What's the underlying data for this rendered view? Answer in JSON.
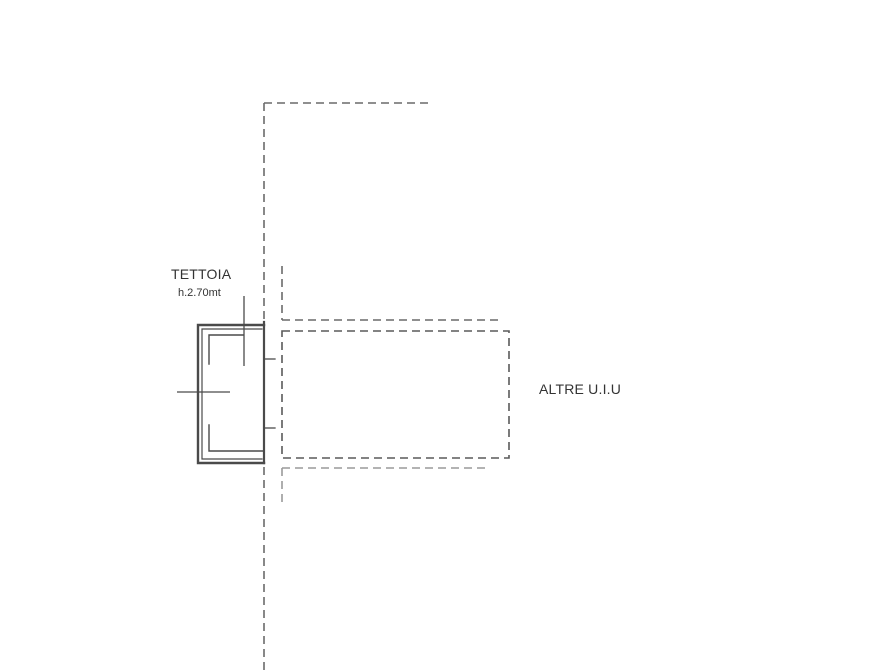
{
  "labels": {
    "tettoia": "TETTOIA",
    "tettoia_height": "h.2.70mt",
    "other_units": "ALTRE U.I.U"
  },
  "colors": {
    "wall": "#4a4a4a",
    "dashed_outline": "#6a6a6a",
    "faint_outline": "#9a9a9a",
    "text": "#333333"
  }
}
